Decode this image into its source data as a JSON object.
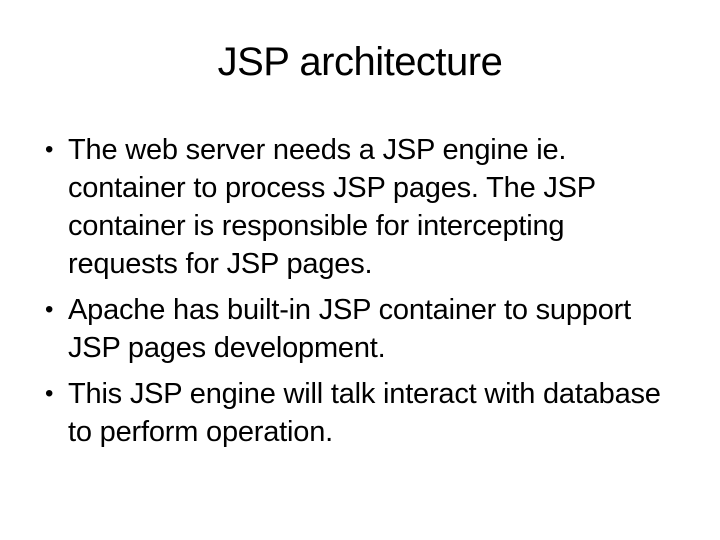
{
  "slide": {
    "title": "JSP architecture",
    "bullet_marker": "•",
    "bullets": [
      {
        "text": "The web server needs a JSP engine ie.\ncontainer to process JSP pages. The JSP\ncontainer is responsible for intercepting\nrequests for JSP pages."
      },
      {
        "text": "Apache has built-in JSP container to support\nJSP pages development."
      },
      {
        "text": "This JSP engine will talk interact with database\nto perform operation."
      }
    ],
    "colors": {
      "background": "#ffffff",
      "text": "#000000"
    }
  }
}
